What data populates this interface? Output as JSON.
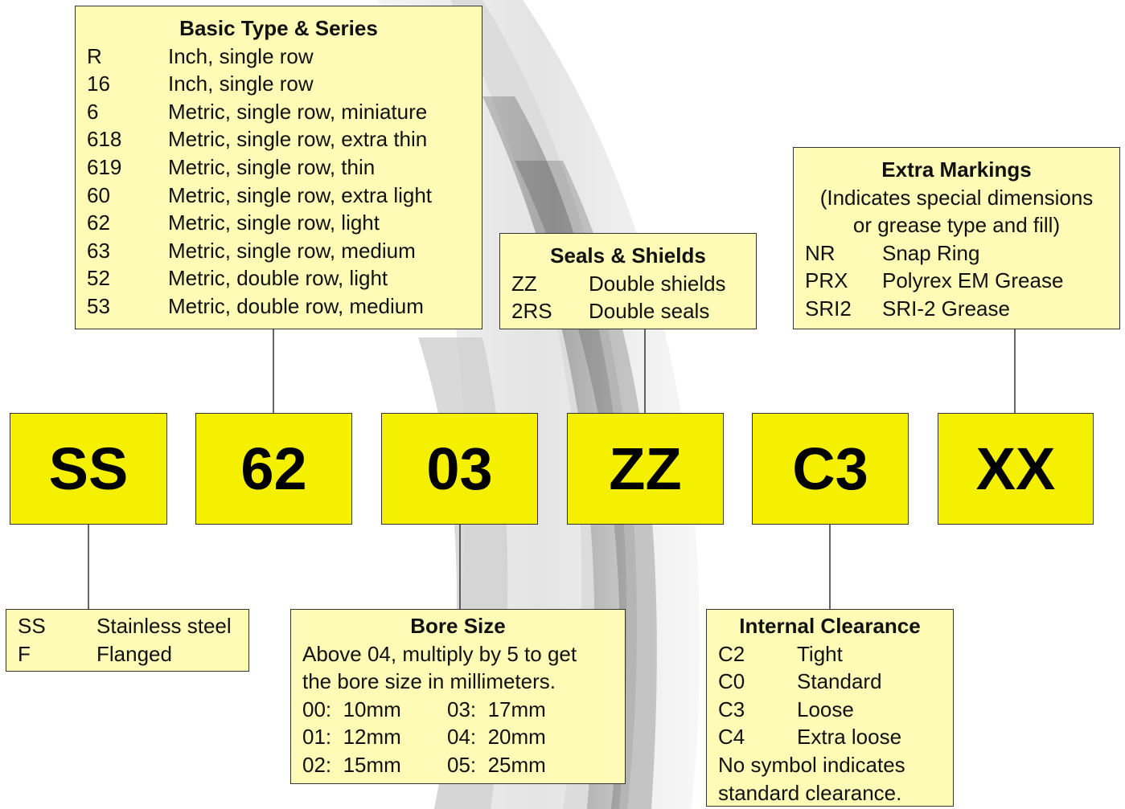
{
  "codes": [
    "SS",
    "62",
    "03",
    "ZZ",
    "C3",
    "XX"
  ],
  "basic_type": {
    "title": "Basic Type & Series",
    "rows": [
      {
        "code": "R",
        "desc": "Inch, single row"
      },
      {
        "code": "16",
        "desc": "Inch, single row"
      },
      {
        "code": "6",
        "desc": "Metric, single row, miniature"
      },
      {
        "code": "618",
        "desc": "Metric, single row, extra thin"
      },
      {
        "code": "619",
        "desc": "Metric, single row, thin"
      },
      {
        "code": "60",
        "desc": "Metric, single row, extra light"
      },
      {
        "code": "62",
        "desc": "Metric, single row, light"
      },
      {
        "code": "63",
        "desc": "Metric, single row, medium"
      },
      {
        "code": "52",
        "desc": "Metric, double row, light"
      },
      {
        "code": "53",
        "desc": "Metric, double row, medium"
      }
    ]
  },
  "seals": {
    "title": "Seals & Shields",
    "rows": [
      {
        "code": "ZZ",
        "desc": "Double shields"
      },
      {
        "code": "2RS",
        "desc": "Double seals"
      }
    ]
  },
  "extra": {
    "title": "Extra Markings",
    "note": [
      "(Indicates special dimensions",
      "or grease type and fill)"
    ],
    "rows": [
      {
        "code": "NR",
        "desc": "Snap Ring"
      },
      {
        "code": "PRX",
        "desc": "Polyrex EM Grease"
      },
      {
        "code": "SRI2",
        "desc": "SRI-2 Grease"
      }
    ]
  },
  "material": {
    "rows": [
      {
        "code": "SS",
        "desc": "Stainless steel"
      },
      {
        "code": "F",
        "desc": "Flanged"
      }
    ]
  },
  "bore": {
    "title": "Bore Size",
    "note": [
      "Above 04, multiply by 5 to get",
      "the bore size in millimeters."
    ],
    "rows": [
      {
        "a": "00:  10mm",
        "b": "03:  17mm"
      },
      {
        "a": "01:  12mm",
        "b": "04:  20mm"
      },
      {
        "a": "02:  15mm",
        "b": "05:  25mm"
      }
    ]
  },
  "clearance": {
    "title": "Internal Clearance",
    "rows": [
      {
        "code": "C2",
        "desc": "Tight"
      },
      {
        "code": "C0",
        "desc": "Standard"
      },
      {
        "code": "C3",
        "desc": "Loose"
      },
      {
        "code": "C4",
        "desc": "Extra loose"
      }
    ],
    "note": [
      "No symbol indicates",
      "standard clearance."
    ]
  },
  "colors": {
    "code_box": "#f5f000",
    "info_box": "#fdfbb6",
    "border": "#333333"
  }
}
